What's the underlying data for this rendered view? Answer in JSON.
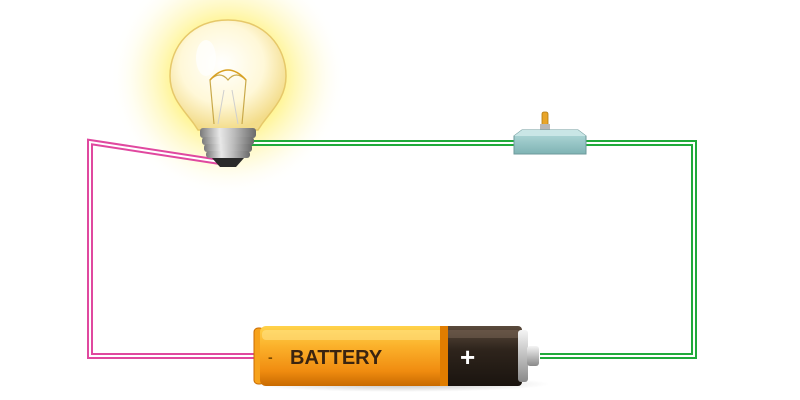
{
  "battery": {
    "label": "BATTERY",
    "negative_symbol": "-",
    "positive_symbol": "+"
  },
  "components": {
    "bulb": {
      "state": "lit",
      "icon": "light-bulb-icon"
    },
    "switch": {
      "state": "closed",
      "icon": "toggle-switch-icon"
    }
  },
  "wires": {
    "negative_color": "#e0489f",
    "positive_color": "#1faa3a"
  },
  "colors": {
    "battery_body": "#f7a21b",
    "battery_cap": "#2e241c",
    "bulb_glow": "#fff27a",
    "switch_body": "#8fc3c4"
  }
}
